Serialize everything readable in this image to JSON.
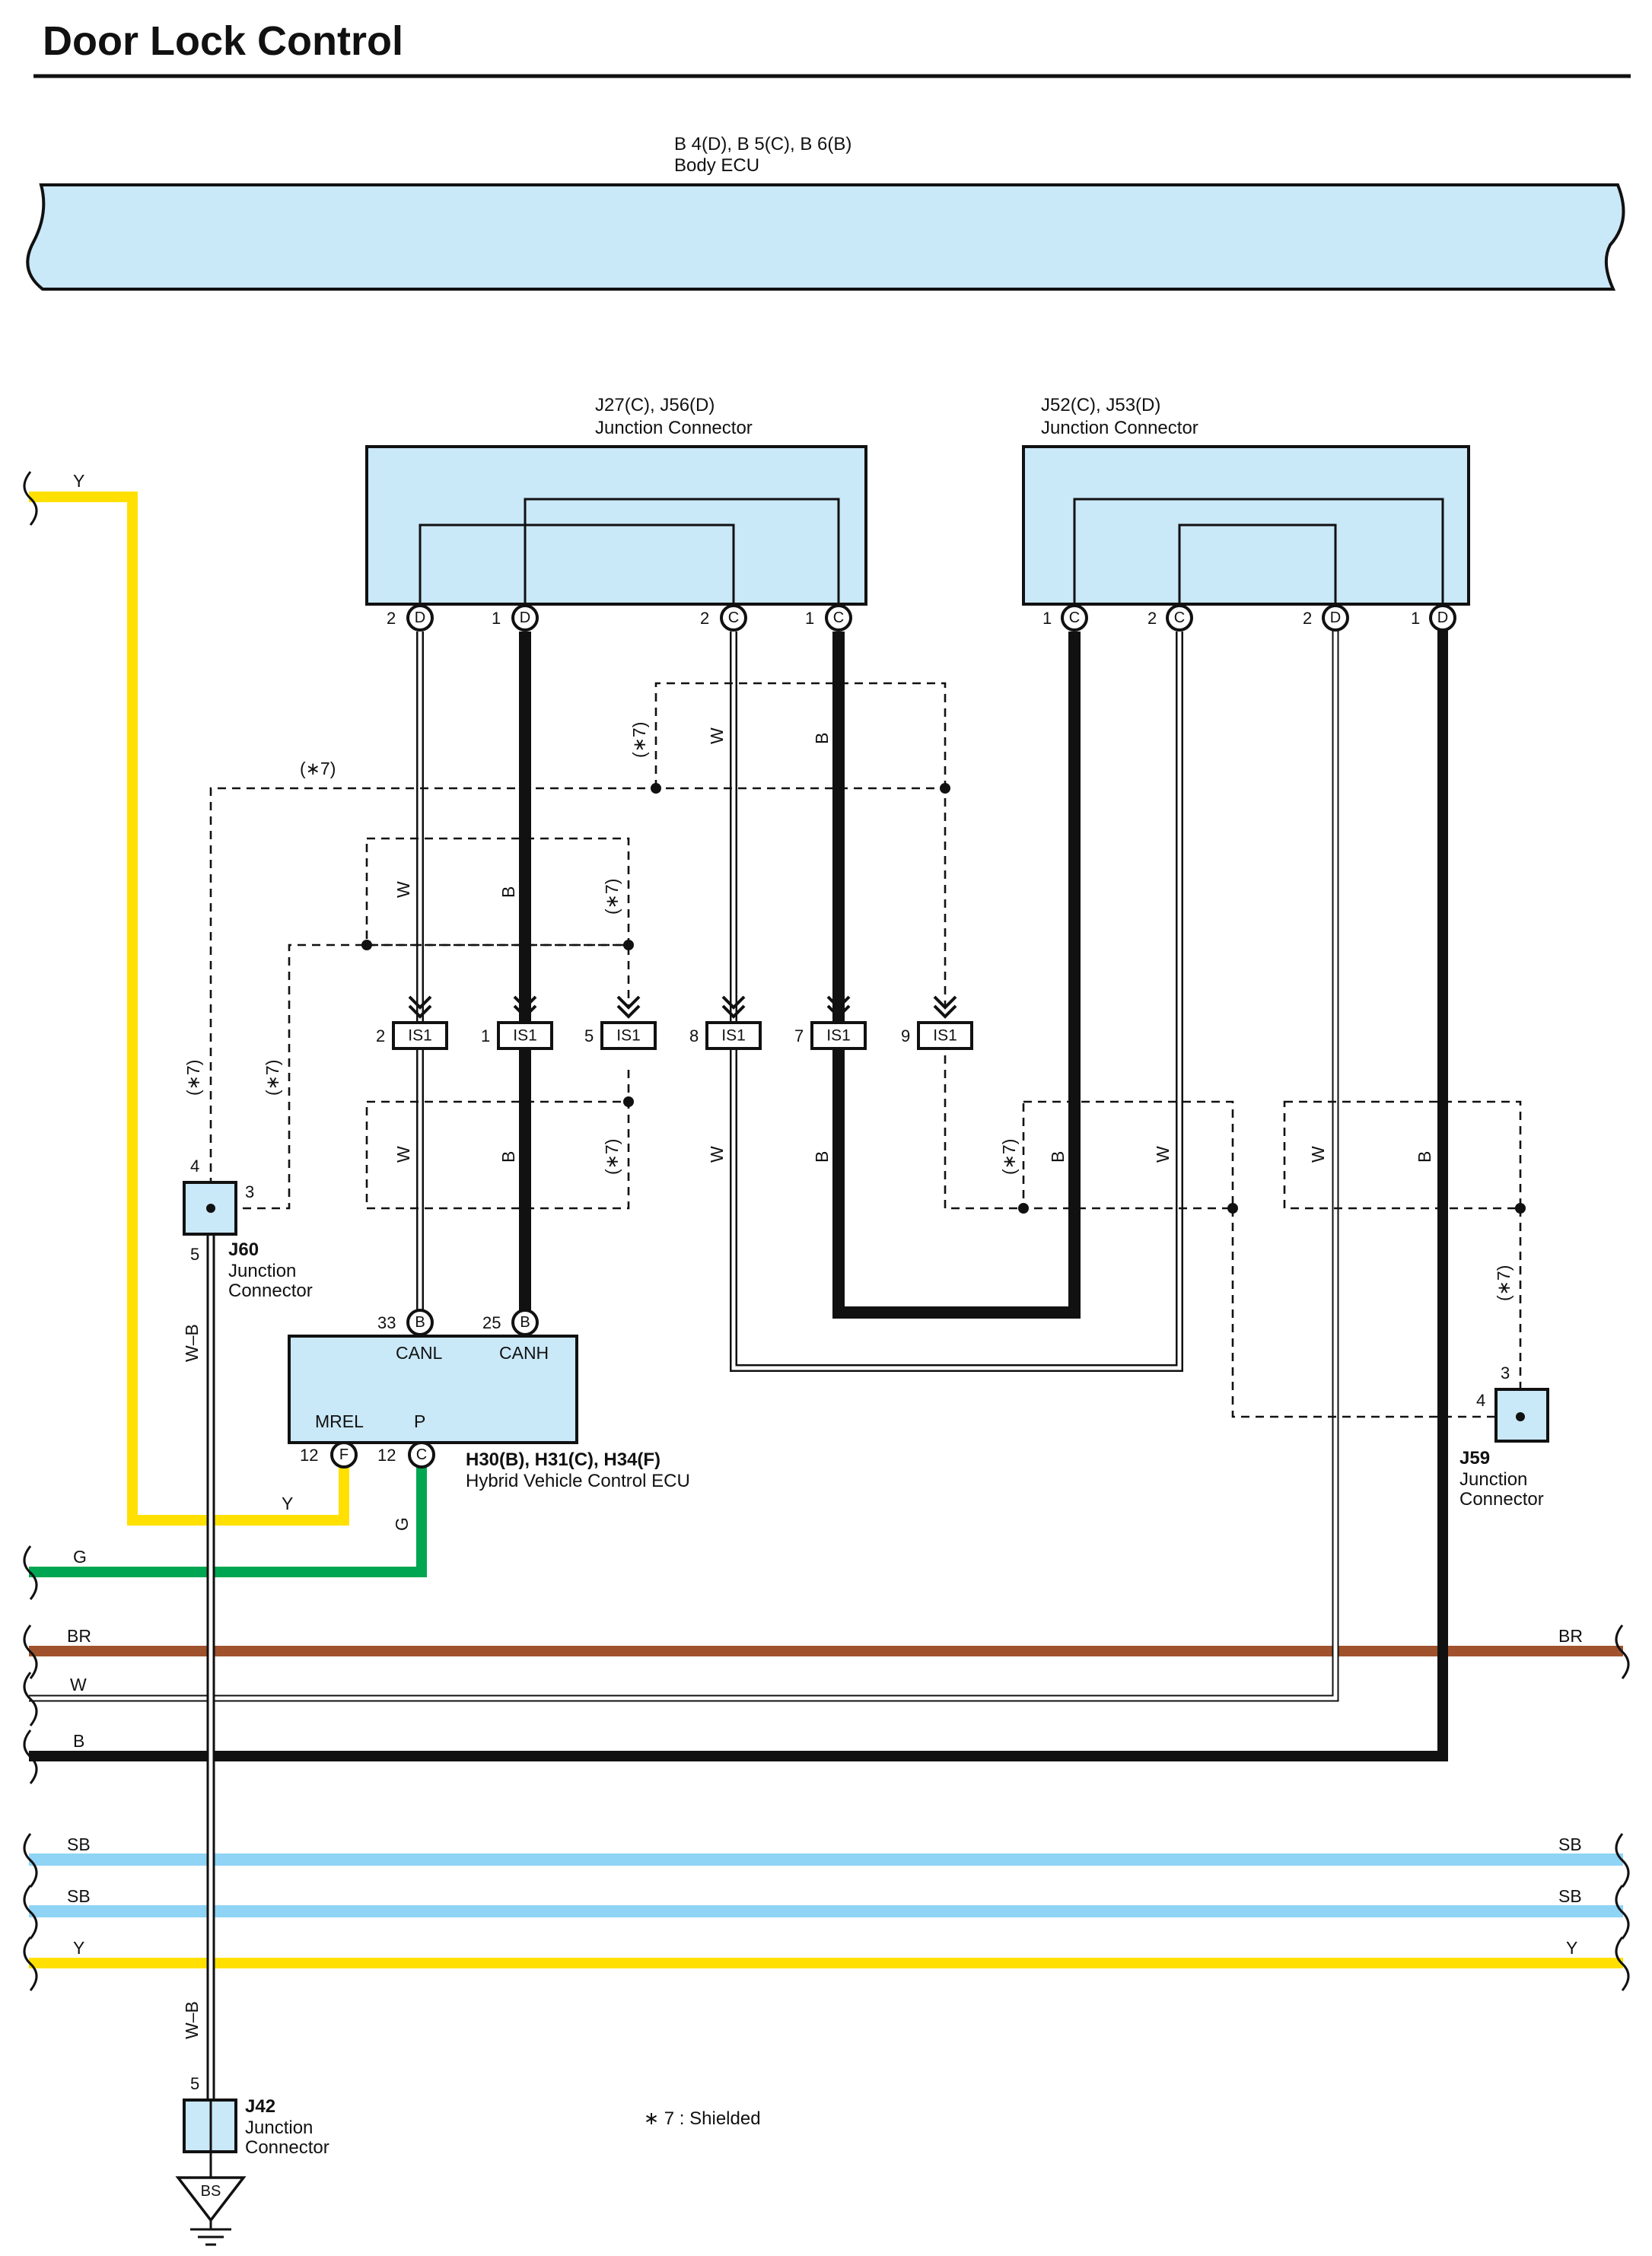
{
  "title": "Door Lock Control",
  "body_ecu": {
    "code": "B 4(D), B 5(C), B 6(B)",
    "name": "Body ECU"
  },
  "j27": {
    "code": "J27(C), J56(D)",
    "name": "Junction Connector",
    "pins": [
      {
        "num": "2",
        "letter": "D"
      },
      {
        "num": "1",
        "letter": "D"
      },
      {
        "num": "2",
        "letter": "C"
      },
      {
        "num": "1",
        "letter": "C"
      }
    ]
  },
  "j52": {
    "code": "J52(C), J53(D)",
    "name": "Junction Connector",
    "pins": [
      {
        "num": "1",
        "letter": "C"
      },
      {
        "num": "2",
        "letter": "C"
      },
      {
        "num": "2",
        "letter": "D"
      },
      {
        "num": "1",
        "letter": "D"
      }
    ]
  },
  "is1": {
    "label": "IS1",
    "pins": [
      "2",
      "1",
      "5",
      "8",
      "7",
      "9"
    ]
  },
  "hv_ecu": {
    "code": "H30(B), H31(C), H34(F)",
    "name": "Hybrid Vehicle Control ECU",
    "terms": {
      "canl": "CANL",
      "canh": "CANH",
      "mrel": "MREL",
      "p": "P"
    },
    "pins": [
      {
        "num": "33",
        "letter": "B"
      },
      {
        "num": "25",
        "letter": "B"
      },
      {
        "num": "12",
        "letter": "F"
      },
      {
        "num": "12",
        "letter": "C"
      }
    ]
  },
  "j60": {
    "code": "J60",
    "name_line1": "Junction",
    "name_line2": "Connector",
    "pin4": "4",
    "pin3": "3",
    "pin5": "5"
  },
  "j59": {
    "code": "J59",
    "name_line1": "Junction",
    "name_line2": "Connector",
    "pin3": "3",
    "pin4": "4"
  },
  "j42": {
    "code": "J42",
    "name_line1": "Junction",
    "name_line2": "Connector",
    "pin5": "5"
  },
  "ground": "BS",
  "shield_mark": "(∗7)",
  "legend": "∗ 7 : Shielded",
  "wire_labels": {
    "Y": "Y",
    "W": "W",
    "B": "B",
    "G": "G",
    "BR": "BR",
    "SB": "SB",
    "WB": "W–B"
  },
  "wire_colors": {
    "Y": "#ffe000",
    "G": "#00a651",
    "BR": "#a0522d",
    "SB": "#8fd3f5",
    "B": "#111111",
    "W": "#ffffff"
  }
}
